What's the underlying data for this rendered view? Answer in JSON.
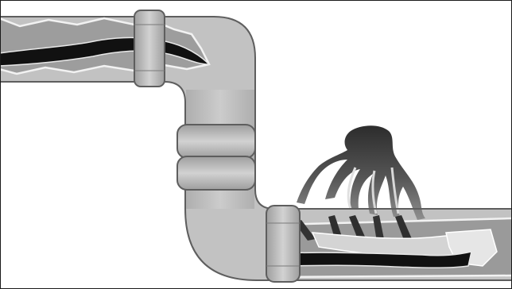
{
  "illustration": {
    "subject": "drain-pipe-tree-root-intrusion",
    "colors": {
      "background": "#ffffff",
      "pipe_fill": "#bdbdbd",
      "pipe_stroke": "#5e5e5e",
      "pipe_interior": "#9a9a9a",
      "coupling_fill": "#b5b5b5",
      "clog_dark": "#111111",
      "root_dark": "#3a3a3a",
      "root_light": "#9b9b9b",
      "debris_light": "#e6e6e6"
    },
    "icons": [
      "pipe-elbow-upper",
      "pipe-vertical",
      "pipe-elbow-lower",
      "pipe-coupling",
      "tree-roots-icon",
      "clog-icon",
      "debris-icon"
    ]
  }
}
